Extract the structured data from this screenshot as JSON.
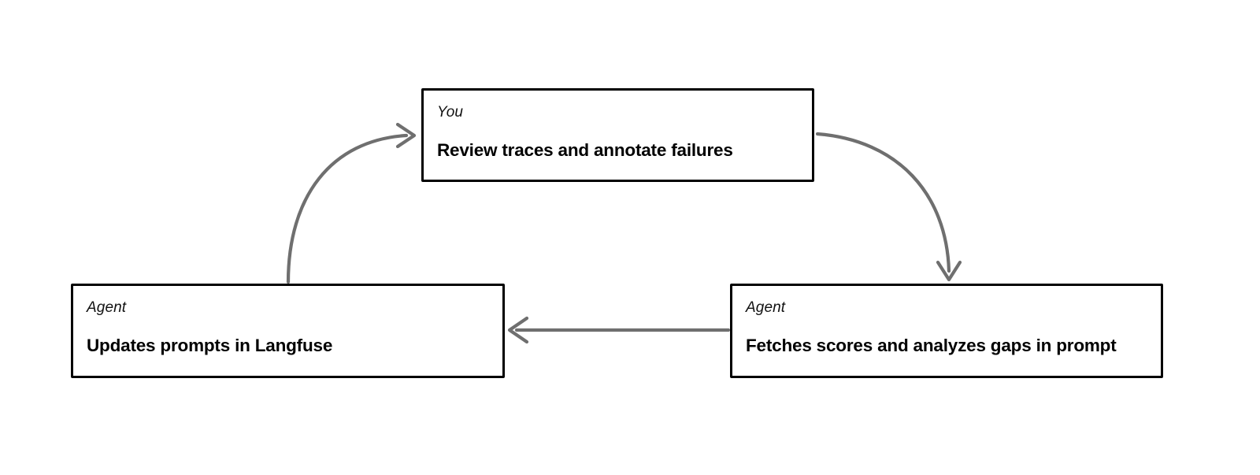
{
  "diagram": {
    "type": "cycle-flow",
    "background_color": "#ffffff",
    "node_border_color": "#000000",
    "edge_color": "#6f6f6f",
    "nodes": [
      {
        "id": "you-review",
        "role": "You",
        "title": "Review traces and annotate failures",
        "position": "top-center"
      },
      {
        "id": "agent-fetches",
        "role": "Agent",
        "title": "Fetches scores and analyzes gaps in prompt",
        "position": "bottom-right"
      },
      {
        "id": "agent-updates",
        "role": "Agent",
        "title": "Updates prompts in Langfuse",
        "position": "bottom-left"
      }
    ],
    "edges": [
      {
        "id": "edge-you-to-fetches",
        "from": "you-review",
        "to": "agent-fetches",
        "style": "curved",
        "arrowhead": "open-v"
      },
      {
        "id": "edge-fetches-to-updates",
        "from": "agent-fetches",
        "to": "agent-updates",
        "style": "straight",
        "arrowhead": "open-v"
      },
      {
        "id": "edge-updates-to-you",
        "from": "agent-updates",
        "to": "you-review",
        "style": "curved",
        "arrowhead": "open-v"
      }
    ]
  }
}
